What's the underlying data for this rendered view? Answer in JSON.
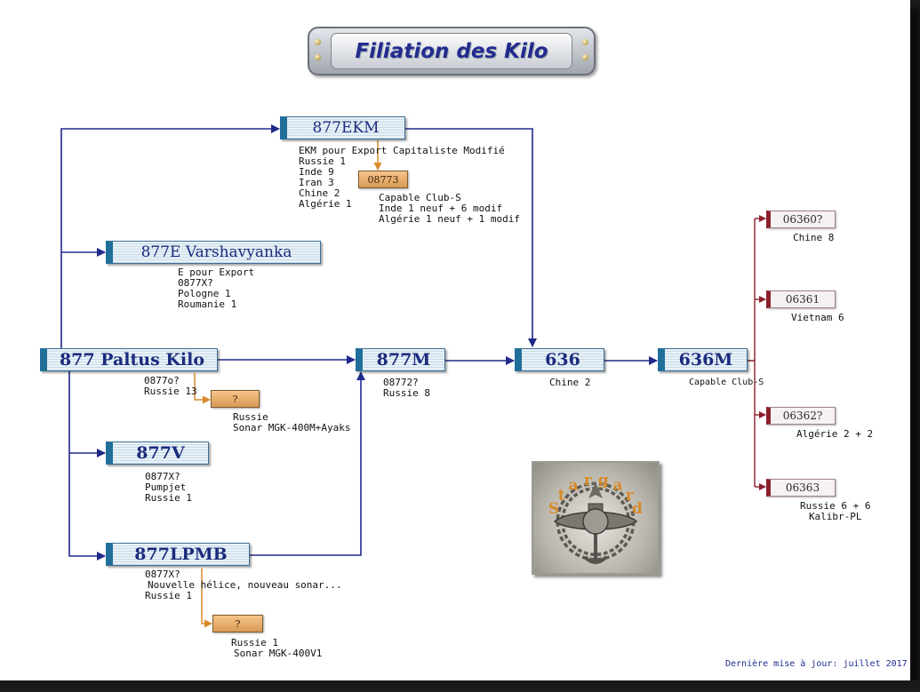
{
  "title": "Filiation des Kilo",
  "footer": "Dernière mise à jour: juillet 2017",
  "colors": {
    "main_arrow": "#1f2a8a",
    "variant_arrow": "#d98a2b",
    "export_arrow": "#8c1f2c"
  },
  "models": {
    "m877": {
      "label": "877 Paltus Kilo",
      "lines": [
        "0877o?",
        "Russie 13"
      ]
    },
    "m877ekm": {
      "label": "877EKM",
      "lines": [
        "EKM pour Export Capitaliste Modifié",
        "Russie 1",
        "Inde 9",
        "Iran 3",
        "Chine 2",
        "Algérie 1"
      ]
    },
    "m877e": {
      "label": "877E Varshavyanka",
      "lines": [
        "E pour Export",
        "0877X?",
        "Pologne 1",
        "Roumanie 1"
      ]
    },
    "m877v": {
      "label": "877V",
      "lines": [
        "0877X?",
        "Pumpjet",
        "Russie 1"
      ]
    },
    "m877lpmb": {
      "label": "877LPMB",
      "lines": [
        "0877X?",
        "Nouvelle hélice, nouveau sonar...",
        "Russie 1"
      ]
    },
    "m877m": {
      "label": "877M",
      "lines": [
        "08772?",
        "Russie 8"
      ]
    },
    "m636": {
      "label": "636",
      "lines": [
        "Chine 2"
      ]
    },
    "m636m": {
      "label": "636M",
      "lines": [
        "Capable Club-S"
      ]
    }
  },
  "variants": {
    "v08773": {
      "label": "08773",
      "lines": [
        "Capable Club-S",
        "Inde 1 neuf + 6 modif",
        "Algérie 1 neuf + 1 modif"
      ]
    },
    "v877q": {
      "label": "?",
      "lines": [
        "Russie",
        "Sonar MGK-400M+Ayaks"
      ]
    },
    "vlpmbq": {
      "label": "?",
      "lines": [
        "Russie 1",
        "Sonar MGK-400V1"
      ]
    }
  },
  "exports": [
    {
      "label": "06360?",
      "note": "Chine 8"
    },
    {
      "label": "06361",
      "note": "Vietnam 6"
    },
    {
      "label": "06362?",
      "note": "Algérie 2 + 2"
    },
    {
      "label": "06363",
      "note": [
        "Russie 6 + 6",
        "Kalibr-PL"
      ]
    }
  ],
  "emblem": {
    "text": "Stargard",
    "icon": "submarine-badge-icon"
  }
}
